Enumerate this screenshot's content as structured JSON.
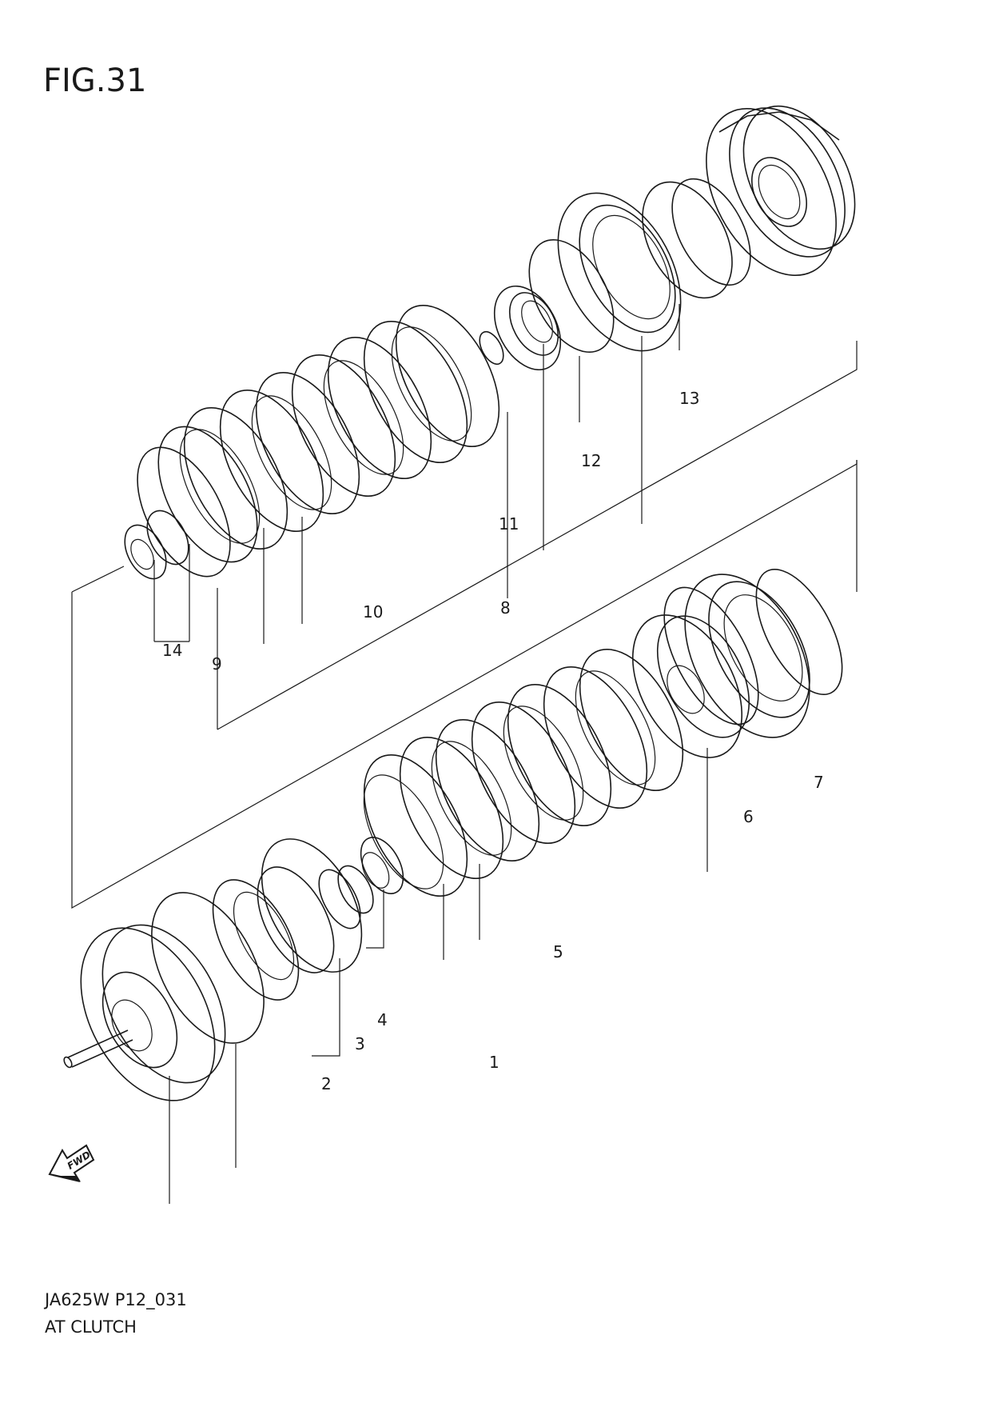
{
  "figure": {
    "title": "FIG.31",
    "code": "JA625W P12_031",
    "name": "AT CLUTCH",
    "fwd_arrow_label": "FWD"
  },
  "callouts": [
    "1",
    "2",
    "3",
    "4",
    "5",
    "6",
    "7",
    "8",
    "9",
    "10",
    "11",
    "12",
    "13",
    "14"
  ]
}
